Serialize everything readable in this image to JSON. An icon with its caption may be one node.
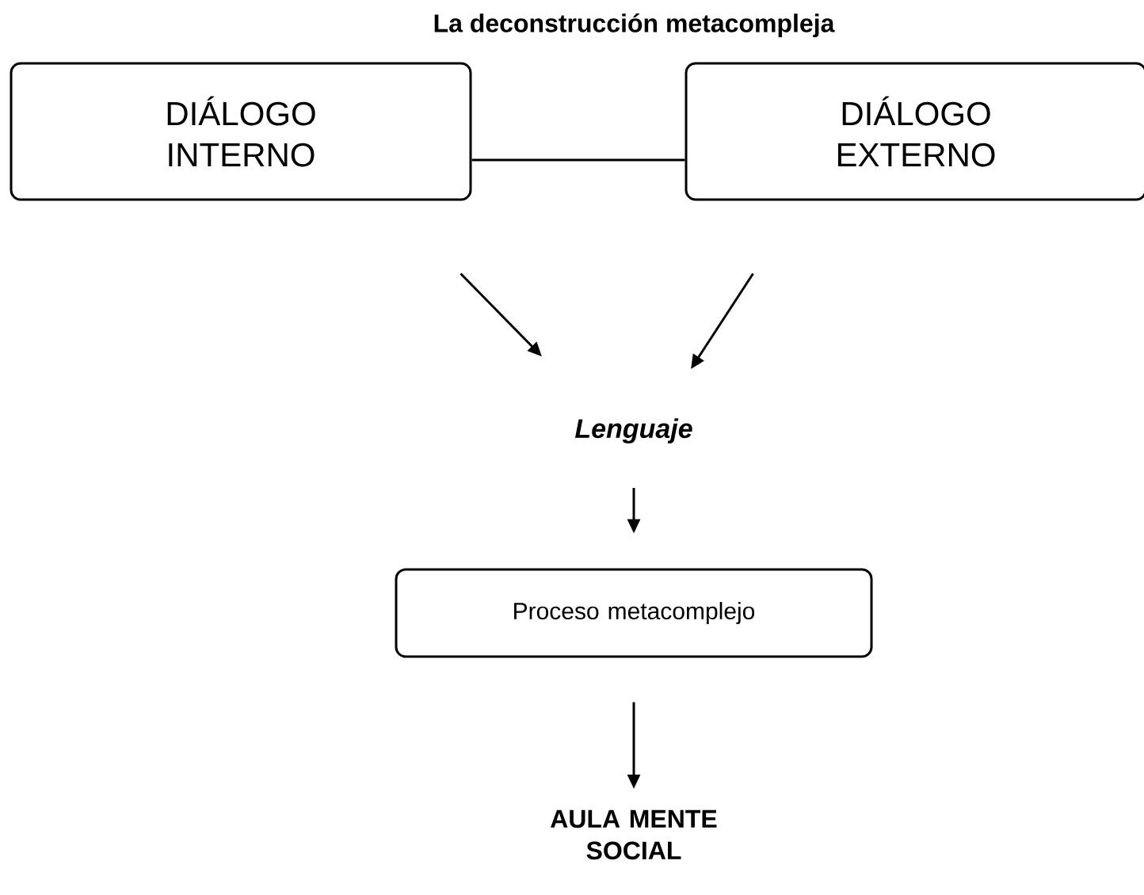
{
  "diagram": {
    "title": "La deconstrucción metacompleja",
    "nodes": [
      {
        "text": [
          "DIÁLOGO INTERNO"
        ]
      },
      {
        "text": [
          "DIÁLOGO EXTERNO"
        ]
      },
      {
        "text": [
          "Lenguaje"
        ]
      },
      {
        "text": [
          "Proceso metacomplejo"
        ]
      },
      {
        "text": [
          "AULA MENTE SOCIAL"
        ]
      }
    ],
    "edges": [
      {
        "from": 0,
        "to": 1,
        "arrow": "none"
      },
      {
        "from": 0,
        "to": 2,
        "arrow": "to"
      },
      {
        "from": 1,
        "to": 2,
        "arrow": "to"
      },
      {
        "from": 2,
        "to": 3,
        "arrow": "to"
      },
      {
        "from": 3,
        "to": 4,
        "arrow": "to"
      }
    ]
  }
}
